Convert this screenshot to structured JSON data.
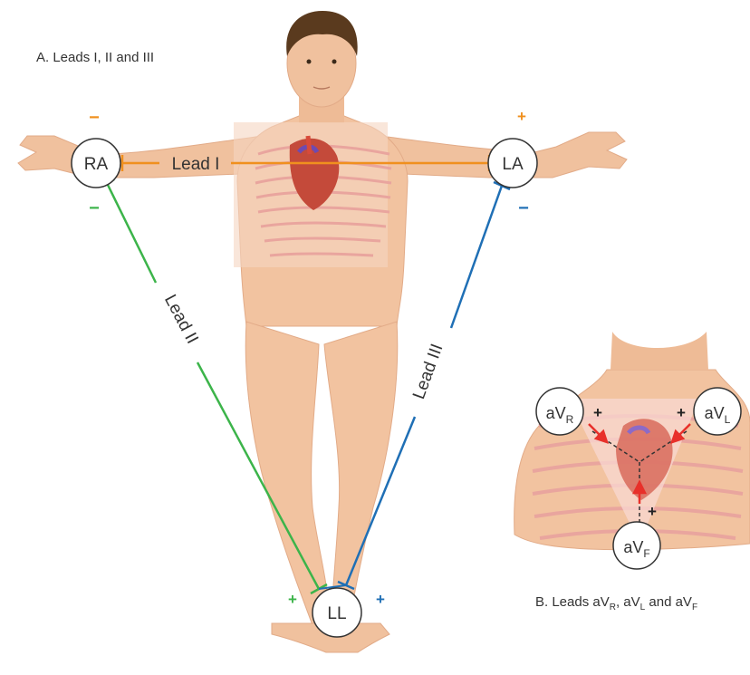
{
  "panel_a": {
    "caption": "A. Leads I, II and III",
    "electrodes": {
      "ra": "RA",
      "la": "LA",
      "ll": "LL"
    },
    "leads": {
      "lead1": "Lead I",
      "lead2": "Lead II",
      "lead3": "Lead III"
    },
    "signs": {
      "ra_lead1": "−",
      "ra_lead2": "−",
      "la_lead1": "+",
      "la_lead3": "−",
      "ll_lead2": "+",
      "ll_lead3": "+"
    }
  },
  "panel_b": {
    "caption_prefix": "B. Leads aV",
    "caption_r_sub": "R",
    "caption_sep1": ", aV",
    "caption_l_sub": "L",
    "caption_sep2": " and aV",
    "caption_f_sub": "F",
    "electrodes": {
      "avr_main": "aV",
      "avr_sub": "R",
      "avl_main": "aV",
      "avl_sub": "L",
      "avf_main": "aV",
      "avf_sub": "F"
    },
    "signs": {
      "avr": "+",
      "avl": "+",
      "avf": "+"
    }
  },
  "colors": {
    "lead1": "#f0901e",
    "lead2": "#3cb44a",
    "lead3": "#1f6fb5",
    "arrow": "#e8302a",
    "skin": "#f2c3a0",
    "skin_shadow": "#e4a987",
    "rib": "#e8a4a0",
    "hair": "#5a3a1e"
  }
}
